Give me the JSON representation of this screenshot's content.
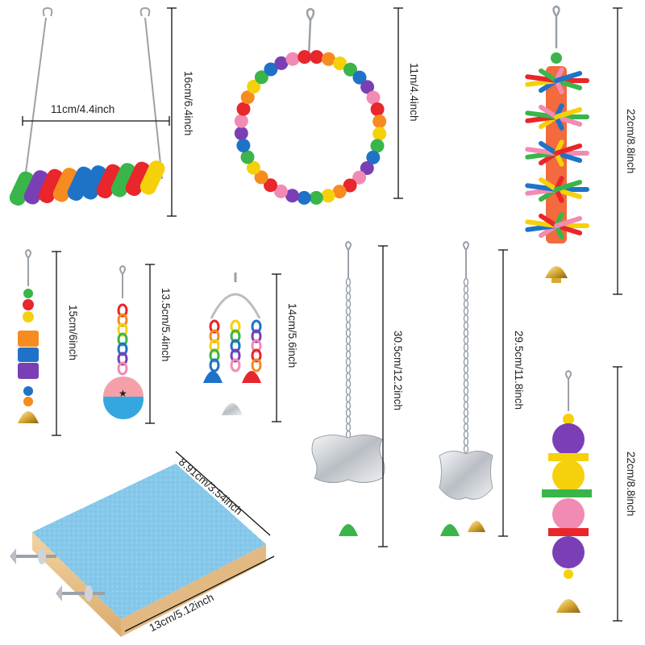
{
  "dimensions": {
    "swing_height": "16cm/6.4inch",
    "swing_width": "11cm/4.4inch",
    "ring_height": "11m/4.4inch",
    "rope_toy_height": "22cm/8.8inch",
    "bead_bell_height": "15cm/6inch",
    "ball_bell_height": "13.5cm/5.4inch",
    "triple_bell_height": "14cm/5.6inch",
    "mirror_one_height": "30.5cm/12.2inch",
    "mirror_two_height": "29.5cm/11.8inch",
    "rattan_toy_height": "22cm/8.8inch",
    "platform_width": "8.91cm/3.54inch",
    "platform_length": "13cm/5.12inch"
  },
  "colors": {
    "red": "#e8262b",
    "orange": "#f68b1f",
    "yellow": "#f5d10c",
    "green": "#3ab54a",
    "blue": "#1e73c8",
    "purple": "#7a3fb5",
    "pink": "#f28bb3",
    "sand_blue": "#7cc3e6",
    "wood": "#e9c38d",
    "metal": "#b9bec4",
    "gold": "#d9a935"
  }
}
